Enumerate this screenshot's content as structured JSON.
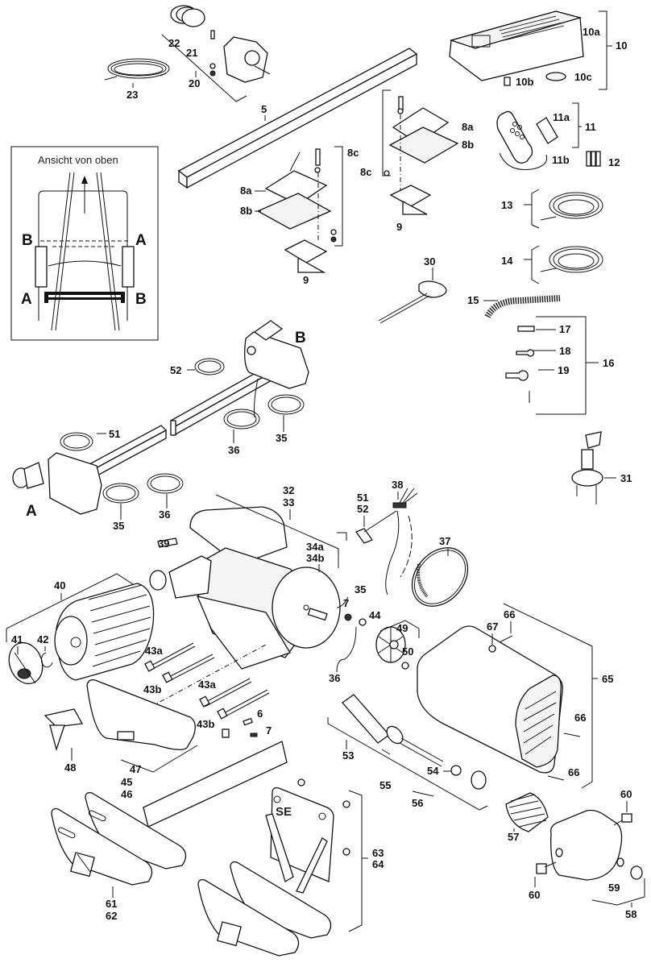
{
  "title": "Exploded parts diagram – caravan mover",
  "inset": {
    "title": "Ansicht von oben",
    "markers": [
      "B",
      "A",
      "A",
      "B"
    ]
  },
  "assembly_markers": {
    "a": "A",
    "b": "B"
  },
  "plate_marking": "SE",
  "labels": {
    "p5": "5",
    "p6": "6",
    "p7a": "7",
    "p7b": "7",
    "p8a_l": "8a",
    "p8b_l": "8b",
    "p8c_l": "8c",
    "p9_l": "9",
    "p8a_r": "8a",
    "p8b_r": "8b",
    "p8c_r": "8c",
    "p9_r": "9",
    "p10": "10",
    "p10a": "10a",
    "p10b": "10b",
    "p10c": "10c",
    "p11": "11",
    "p11a": "11a",
    "p11b": "11b",
    "p12": "12",
    "p13": "13",
    "p14": "14",
    "p15": "15",
    "p16": "16",
    "p17": "17",
    "p18": "18",
    "p19": "19",
    "p20": "20",
    "p21": "21",
    "p22": "22",
    "p23": "23",
    "p30": "30",
    "p31": "31",
    "p32": "32",
    "p33": "33",
    "p34a": "34a",
    "p34b": "34b",
    "p35a": "35",
    "p35b": "35",
    "p35c": "35",
    "p36a": "36",
    "p36b": "36",
    "p36c": "36",
    "p37": "37",
    "p38": "38",
    "p39": "39",
    "p40": "40",
    "p41": "41",
    "p42": "42",
    "p43a_1": "43a",
    "p43b_1": "43b",
    "p43a_2": "43a",
    "p43b_2": "43b",
    "p44": "44",
    "p45": "45",
    "p46": "46",
    "p47": "47",
    "p48": "48",
    "p49": "49",
    "p50": "50",
    "p51a": "51",
    "p51b": "51",
    "p52a": "52",
    "p52b": "52",
    "p53": "53",
    "p54": "54",
    "p55": "55",
    "p56": "56",
    "p57": "57",
    "p58": "58",
    "p59": "59",
    "p60a": "60",
    "p60b": "60",
    "p61": "61",
    "p62": "62",
    "p63": "63",
    "p64": "64",
    "p65": "65",
    "p66a": "66",
    "p66b": "66",
    "p66c": "66",
    "p67": "67"
  }
}
